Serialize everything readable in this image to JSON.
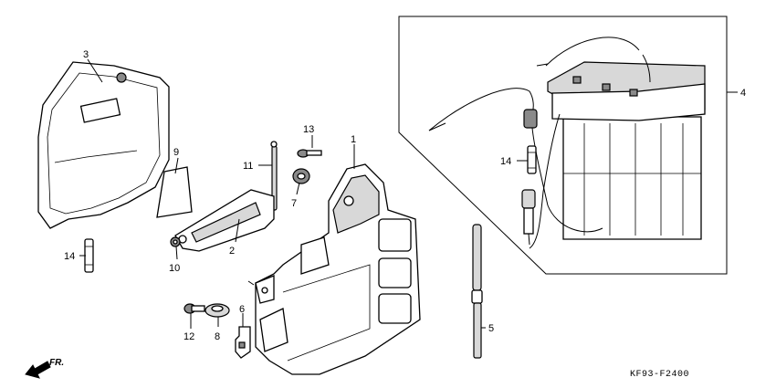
{
  "diagram": {
    "drawing_code": "KF93-F2400",
    "direction_label": "FR.",
    "callouts": {
      "c1": "1",
      "c2": "2",
      "c3": "3",
      "c4": "4",
      "c5": "5",
      "c6": "6",
      "c7": "7",
      "c8": "8",
      "c9": "9",
      "c10": "10",
      "c11": "11",
      "c12": "12",
      "c13": "13",
      "c14a": "14",
      "c14b": "14"
    }
  }
}
